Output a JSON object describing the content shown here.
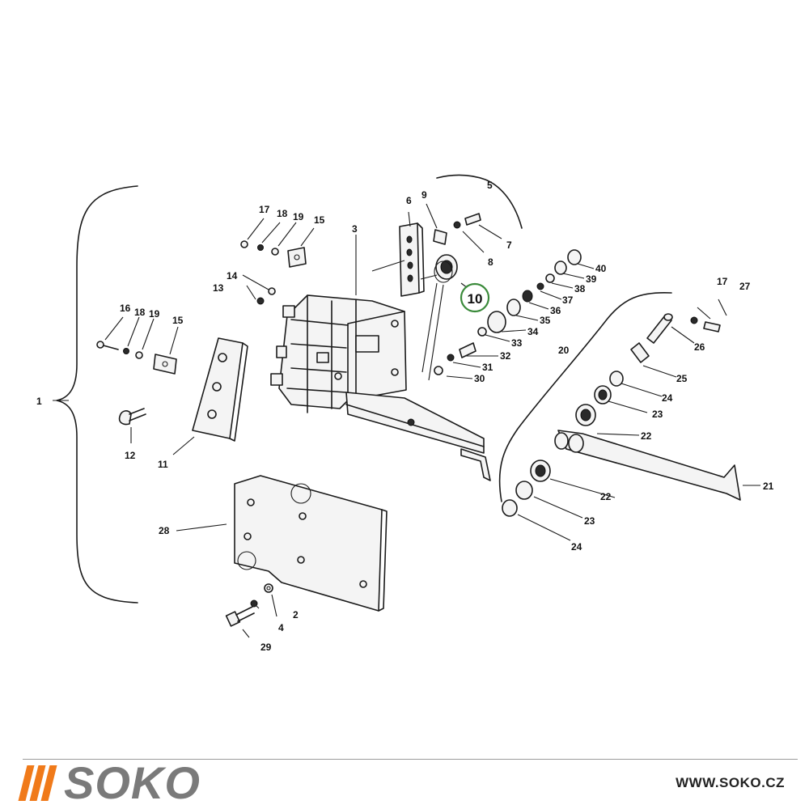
{
  "diagram": {
    "highlight_label": "10",
    "highlight_color": "#3a8a3a",
    "labels": [
      {
        "id": "1",
        "text": "1"
      },
      {
        "id": "2",
        "text": "2"
      },
      {
        "id": "3",
        "text": "3"
      },
      {
        "id": "4",
        "text": "4"
      },
      {
        "id": "5",
        "text": "5"
      },
      {
        "id": "6",
        "text": "6"
      },
      {
        "id": "7",
        "text": "7"
      },
      {
        "id": "8",
        "text": "8"
      },
      {
        "id": "9",
        "text": "9"
      },
      {
        "id": "11",
        "text": "11"
      },
      {
        "id": "12",
        "text": "12"
      },
      {
        "id": "13",
        "text": "13"
      },
      {
        "id": "14",
        "text": "14"
      },
      {
        "id": "15a",
        "text": "15"
      },
      {
        "id": "15b",
        "text": "15"
      },
      {
        "id": "16",
        "text": "16"
      },
      {
        "id": "17a",
        "text": "17"
      },
      {
        "id": "17b",
        "text": "17"
      },
      {
        "id": "18a",
        "text": "18"
      },
      {
        "id": "18b",
        "text": "18"
      },
      {
        "id": "19a",
        "text": "19"
      },
      {
        "id": "19b",
        "text": "19"
      },
      {
        "id": "20",
        "text": "20"
      },
      {
        "id": "21",
        "text": "21"
      },
      {
        "id": "22a",
        "text": "22"
      },
      {
        "id": "22b",
        "text": "22"
      },
      {
        "id": "23a",
        "text": "23"
      },
      {
        "id": "23b",
        "text": "23"
      },
      {
        "id": "24a",
        "text": "24"
      },
      {
        "id": "24b",
        "text": "24"
      },
      {
        "id": "25",
        "text": "25"
      },
      {
        "id": "26",
        "text": "26"
      },
      {
        "id": "27",
        "text": "27"
      },
      {
        "id": "28",
        "text": "28"
      },
      {
        "id": "29",
        "text": "29"
      },
      {
        "id": "30",
        "text": "30"
      },
      {
        "id": "31",
        "text": "31"
      },
      {
        "id": "32",
        "text": "32"
      },
      {
        "id": "33",
        "text": "33"
      },
      {
        "id": "34",
        "text": "34"
      },
      {
        "id": "35",
        "text": "35"
      },
      {
        "id": "36",
        "text": "36"
      },
      {
        "id": "37",
        "text": "37"
      },
      {
        "id": "38",
        "text": "38"
      },
      {
        "id": "39",
        "text": "39"
      },
      {
        "id": "40",
        "text": "40"
      }
    ]
  },
  "footer": {
    "brand": "SOKO",
    "brand_color": "#7a7a7a",
    "bars_color": "#f07a1a",
    "website": "WWW.SOKO.CZ"
  }
}
